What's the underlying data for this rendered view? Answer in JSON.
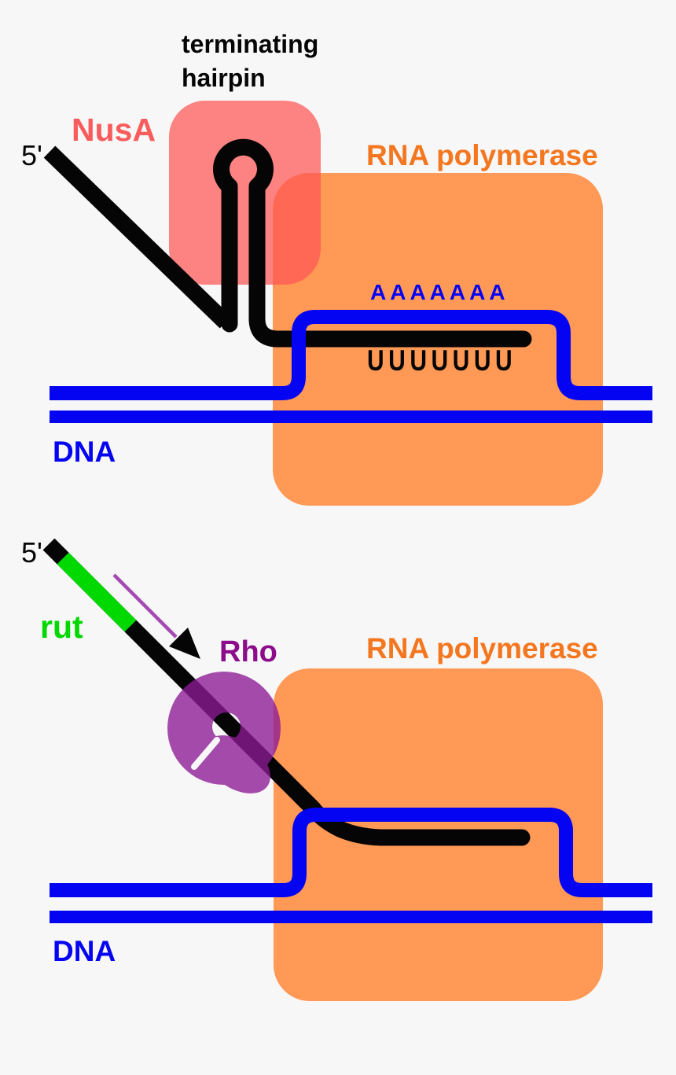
{
  "title": "Transcription termination diagram (intrinsic hairpin vs Rho-dependent)",
  "colors": {
    "background": "#f7f7f7",
    "orange": "#ff9955",
    "orange_text": "#f4771f",
    "salmon": "rgba(255,85,85,0.72)",
    "salmon_text": "#f85c5c",
    "blue": "#0404f2",
    "black": "#050505",
    "green": "#00d800",
    "rho_fill": "rgba(140,26,150,0.78)",
    "rho_text": "#8c0c8c",
    "arrow_purple": "#a44ab0"
  },
  "panel_top": {
    "terminating_hairpin_line1": "terminating",
    "terminating_hairpin_line2": "hairpin",
    "nusa_label": "NusA",
    "five_prime_label": "5'",
    "rna_polymerase_label": "RNA polymerase",
    "poly_a_label": "AAAAAAA",
    "poly_u_label": "UUUUUUU",
    "dna_label": "DNA"
  },
  "panel_bottom": {
    "five_prime_label": "5'",
    "rut_label": "rut",
    "rho_label": "Rho",
    "rna_polymerase_label": "RNA polymerase",
    "dna_label": "DNA"
  }
}
